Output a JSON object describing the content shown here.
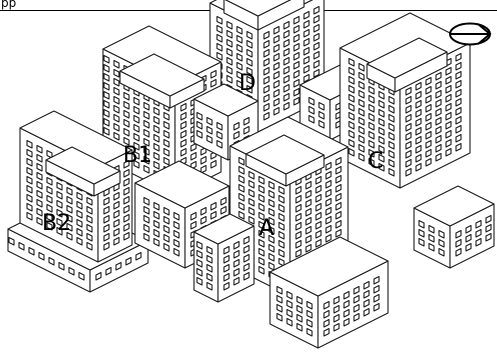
{
  "header": {
    "text": "pp"
  },
  "compass": {
    "icon": "north-arrow-icon"
  },
  "buildings": [
    {
      "id": "A",
      "label": "A"
    },
    {
      "id": "B1",
      "label": "B1"
    },
    {
      "id": "B2",
      "label": "B2"
    },
    {
      "id": "C",
      "label": "C"
    },
    {
      "id": "D",
      "label": "D"
    }
  ],
  "colors": {
    "line": "#1a1a1a",
    "roof": "#ffffff",
    "wall": "#ffffff"
  }
}
